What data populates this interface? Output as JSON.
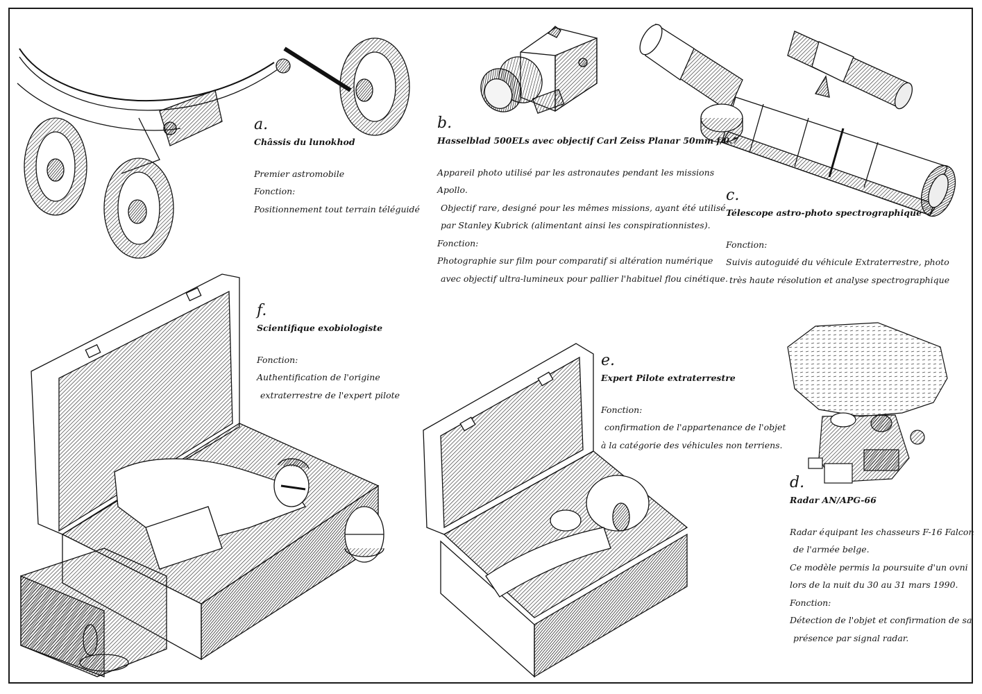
{
  "plate": {
    "items": [
      {
        "id": "a",
        "letter": "a.",
        "title": "Châssis du lunokhod",
        "lines": [
          "Premier astromobile",
          "Fonction:",
          "Positionnement tout terrain téléguidé"
        ]
      },
      {
        "id": "b",
        "letter": "b.",
        "title": "Hasselblad 500ELs avec objectif Carl Zeiss Planar 50mm f/0.7",
        "lines": [
          "Appareil photo utilisé par les astronautes pendant les missions",
          "Apollo.",
          "Objectif rare, designé pour les mêmes missions, ayant été utilisé",
          "par Stanley Kubrick (alimentant ainsi les conspirationnistes).",
          "Fonction:",
          "Photographie sur film pour comparatif si altération numérique",
          "avec objectif ultra-lumineux pour pallier l'habituel flou cinétique."
        ]
      },
      {
        "id": "c",
        "letter": "c.",
        "title": "Télescope astro-photo spectrographique",
        "lines": [
          "Fonction:",
          "Suivis autoguidé du véhicule Extraterrestre, photo",
          "très haute résolution et analyse spectrographique"
        ]
      },
      {
        "id": "d",
        "letter": "d.",
        "title": "Radar AN/APG-66",
        "lines": [
          "Radar équipant les chasseurs F-16 Falcon",
          "de l'armée belge.",
          "Ce modèle permis la poursuite d'un ovni",
          "lors de la nuit du 30 au 31 mars 1990.",
          "Fonction:",
          "Détection de l'objet et confirmation de sa",
          "présence par signal radar."
        ]
      },
      {
        "id": "e",
        "letter": "e.",
        "title": "Expert Pilote extraterrestre",
        "lines": [
          "Fonction:",
          "confirmation de l'appartenance de l'objet",
          "à la catégorie des véhicules non terriens."
        ]
      },
      {
        "id": "f",
        "letter": "f.",
        "title": "Scientifique exobiologiste",
        "lines": [
          "Fonction:",
          "Authentification de l'origine",
          "extraterrestre de l'expert pilote"
        ]
      }
    ],
    "illustrations": {
      "a": "lunokhod-chassis-drawing",
      "b": "hasselblad-camera-drawing",
      "c": "telescope-drawing",
      "d": "radar-drawing",
      "e": "alien-suitcase-drawing",
      "f": "scientist-suitcase-drawing"
    },
    "colors": {
      "ink": "#111111",
      "paper": "#ffffff"
    }
  }
}
